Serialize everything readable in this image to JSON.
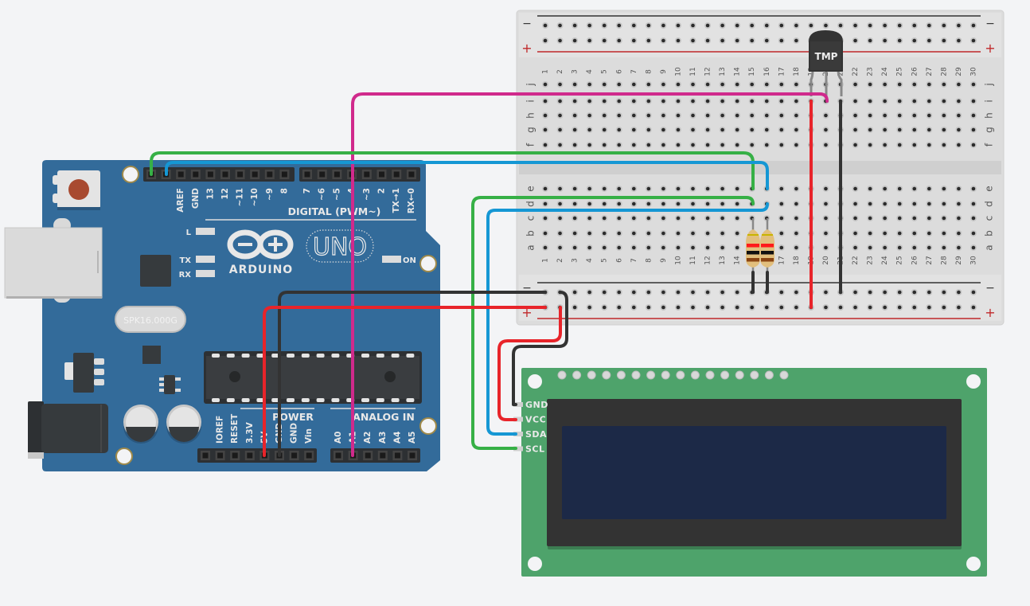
{
  "canvas": {
    "background": "#f3f4f6"
  },
  "arduino": {
    "name": "Arduino Uno",
    "logo_text": "ARDUINO",
    "model_badge": "UNO",
    "crystal_label": "SPK16.000G",
    "digital_section_label": "DIGITAL (PWM~)",
    "power_section_label": "POWER",
    "analog_section_label": "ANALOG IN",
    "led_labels": [
      "L",
      "TX",
      "RX"
    ],
    "on_label": "ON",
    "digital_header_a": [
      "",
      "",
      "AREF",
      "GND",
      "13",
      "12",
      "~11",
      "~10",
      "~9",
      "8"
    ],
    "digital_header_b": [
      "7",
      "~6",
      "~5",
      "4",
      "~3",
      "2",
      "TX→1",
      "RX←0"
    ],
    "power_pins": [
      "",
      "IOREF",
      "RESET",
      "3.3V",
      "5V",
      "GND",
      "GND",
      "Vin"
    ],
    "analog_pins": [
      "A0",
      "A1",
      "A2",
      "A3",
      "A4",
      "A5"
    ],
    "board_color": "#336b9a"
  },
  "breadboard": {
    "name": "Breadboard small",
    "columns": [
      "1",
      "2",
      "3",
      "4",
      "5",
      "6",
      "7",
      "8",
      "9",
      "10",
      "11",
      "12",
      "13",
      "14",
      "15",
      "16",
      "17",
      "18",
      "19",
      "20",
      "21",
      "22",
      "23",
      "24",
      "25",
      "26",
      "27",
      "28",
      "29",
      "30"
    ],
    "top_rows": [
      "j",
      "i",
      "h",
      "g",
      "f"
    ],
    "bottom_rows": [
      "e",
      "d",
      "c",
      "b",
      "a"
    ],
    "rail_minus": "−",
    "rail_plus": "+"
  },
  "temp_sensor": {
    "label": "TMP"
  },
  "resistors": {
    "count": 2,
    "bands": [
      "#ff1a1a",
      "#111111",
      "#8b4513"
    ],
    "tolerance_band": "#c8b400"
  },
  "lcd": {
    "name": "LCD 16x2 I2C",
    "pins": [
      "GND",
      "VCC",
      "SDA",
      "SCL"
    ],
    "pcb_color": "#4ea36b",
    "screen_color": "#1c2947",
    "bezel_color": "#333333",
    "top_pad_count": 16
  },
  "wires": [
    {
      "name": "scl-wire",
      "color": "#36b046",
      "from": "Arduino SCL (header A pin 1)",
      "to": "Breadboard d15 / LCD SCL"
    },
    {
      "name": "sda-wire",
      "color": "#1597d4",
      "from": "Arduino SDA (header A pin 2)",
      "to": "Breadboard d16 / LCD SDA"
    },
    {
      "name": "analog-wire",
      "color": "#d02a8c",
      "from": "Arduino A1",
      "to": "Breadboard i20"
    },
    {
      "name": "5v-wire",
      "color": "#e8242a",
      "from": "Arduino 5V",
      "to": "Breadboard + rail"
    },
    {
      "name": "gnd-wire",
      "color": "#333333",
      "from": "Arduino GND",
      "to": "Breadboard − rail"
    }
  ]
}
